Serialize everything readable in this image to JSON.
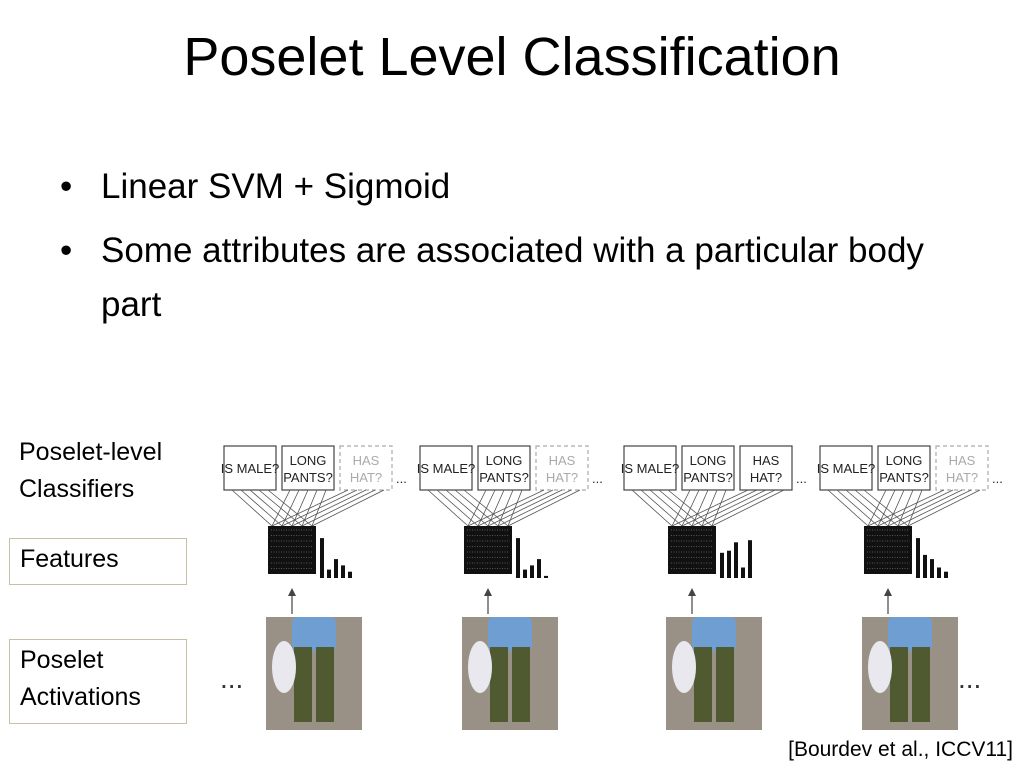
{
  "slide": {
    "title": "Poselet Level Classification",
    "bullets": [
      "Linear SVM + Sigmoid",
      "Some attributes are associated with a particular body part"
    ],
    "bullet_symbol": "•"
  },
  "diagram": {
    "row_labels": {
      "classifiers": "Poselet-level Classifiers",
      "features": "Features",
      "activations": "Poselet Activations"
    },
    "ellipsis": "...",
    "groups": [
      {
        "classifiers": [
          {
            "line1": "IS MALE?",
            "line2": "",
            "active": true
          },
          {
            "line1": "LONG",
            "line2": "PANTS?",
            "active": true
          },
          {
            "line1": "HAS",
            "line2": "HAT?",
            "active": false
          }
        ],
        "histogram": [
          0.95,
          0.2,
          0.45,
          0.3,
          0.15
        ]
      },
      {
        "classifiers": [
          {
            "line1": "IS MALE?",
            "line2": "",
            "active": true
          },
          {
            "line1": "LONG",
            "line2": "PANTS?",
            "active": true
          },
          {
            "line1": "HAS",
            "line2": "HAT?",
            "active": false
          }
        ],
        "histogram": [
          0.95,
          0.2,
          0.3,
          0.45,
          0.05
        ]
      },
      {
        "classifiers": [
          {
            "line1": "IS MALE?",
            "line2": "",
            "active": true
          },
          {
            "line1": "LONG",
            "line2": "PANTS?",
            "active": true
          },
          {
            "line1": "HAS",
            "line2": "HAT?",
            "active": true
          }
        ],
        "histogram": [
          0.6,
          0.65,
          0.85,
          0.25,
          0.9
        ]
      },
      {
        "classifiers": [
          {
            "line1": "IS MALE?",
            "line2": "",
            "active": true
          },
          {
            "line1": "LONG",
            "line2": "PANTS?",
            "active": true
          },
          {
            "line1": "HAS",
            "line2": "HAT?",
            "active": false
          }
        ],
        "histogram": [
          0.95,
          0.55,
          0.45,
          0.25,
          0.15
        ]
      }
    ],
    "colors": {
      "pants": "#4f5a30",
      "jacket": "#6f9fd2",
      "ground": "#9a9186",
      "bag": "#e8e8ee",
      "feature_box": "#111111"
    }
  },
  "citation": "[Bourdev et al., ICCV11]"
}
